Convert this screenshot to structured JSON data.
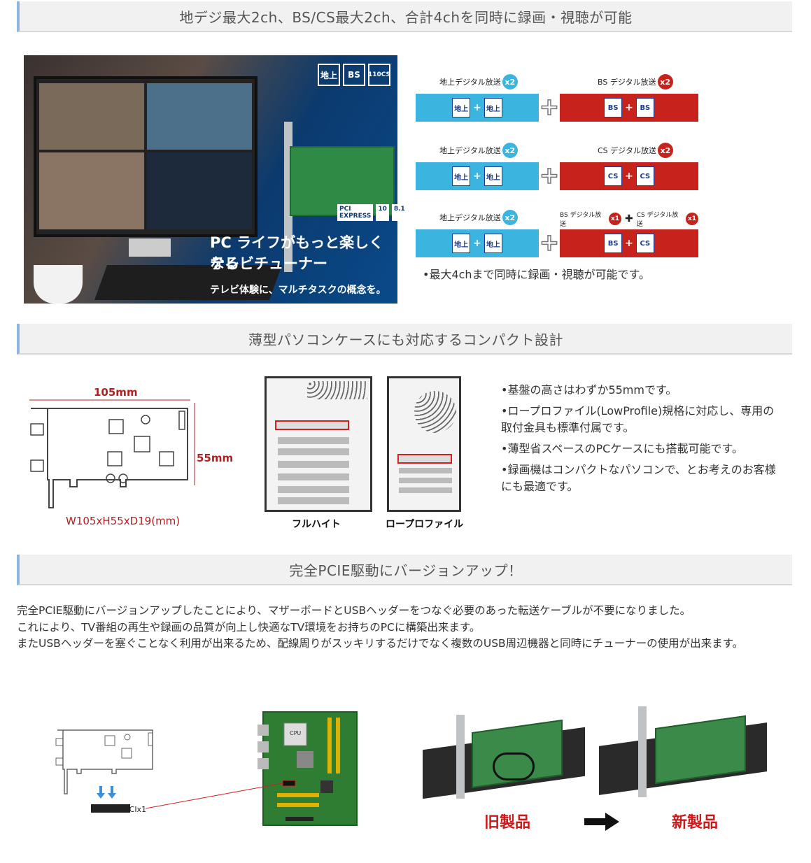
{
  "sections": {
    "s1_title": "地デジ最大2ch、BS/CS最大2ch、合計4chを同時に録画・視聴が可能",
    "s2_title": "薄型パソコンケースにも対応するコンパクト設計",
    "s3_title": "完全PCIE駆動にバージョンアップ！"
  },
  "banner": {
    "logos": [
      "地上",
      "BS",
      "110CS"
    ],
    "pci_badges": [
      "PCI EXPRESS",
      "10",
      "8.1"
    ],
    "headline_1": "PC ライフがもっと楽しくなる",
    "headline_2": "テレビチューナー",
    "subline": "テレビ体験に、マルチタスクの概念を。"
  },
  "combos": [
    {
      "left_label": "地上デジタル放送",
      "left_badge": "x2",
      "right_label": "BS デジタル放送",
      "right_badge": "x2",
      "left_tiles": [
        "地上",
        "地上"
      ],
      "right_tiles": [
        "BS",
        "BS"
      ]
    },
    {
      "left_label": "地上デジタル放送",
      "left_badge": "x2",
      "right_label": "CS デジタル放送",
      "right_badge": "x2",
      "left_tiles": [
        "地上",
        "地上"
      ],
      "right_tiles": [
        "CS",
        "CS"
      ]
    },
    {
      "left_label": "地上デジタル放送",
      "left_badge": "x2",
      "right_label": "BS デジタル放送",
      "right_badge": "x1",
      "right_label_2": "CS デジタル放送",
      "right_badge_2": "x1",
      "left_tiles": [
        "地上",
        "地上"
      ],
      "right_tiles": [
        "BS",
        "CS"
      ]
    }
  ],
  "combo_note": "•最大4chまで同時に録画・視聴が可能です。",
  "dimensions": {
    "width": "105mm",
    "height": "55mm",
    "full": "W105xH55xD19(mm)"
  },
  "cases": {
    "full_height": "フルハイト",
    "low_profile": "ロープロファイル"
  },
  "bullets": [
    "•基盤の高さはわずか55mmです。",
    "•ロープロファイル(LowProfile)規格に対応し、専用の取付金具も標準付属です。",
    "•薄型省スペースのPCケースにも搭載可能です。",
    "•録画機はコンパクトなパソコンで、とお考えのお客様にも最適です。"
  ],
  "paragraph": [
    "完全PCIE駆動にバージョンアップしたことにより、マザーボードとUSBヘッダーをつなぐ必要のあった転送ケーブルが不要になりました。",
    "これにより、TV番組の再生や録画の品質が向上し快適なTV環境をお持ちのPCに構築出来ます。",
    "またUSBヘッダーを塞ぐことなく利用が出来るため、配線周りがスッキリするだけでなく複数のUSB周辺機器と同時にチューナーの使用が出来ます。"
  ],
  "slot_label": "PCIx1",
  "cpu_label": "CPU",
  "comparison": {
    "old": "旧製品",
    "new": "新製品"
  },
  "colors": {
    "accent_blue": "#3bb5e0",
    "accent_red": "#c7221b",
    "header_border": "#8fb6e0",
    "label_red": "#d01818"
  }
}
